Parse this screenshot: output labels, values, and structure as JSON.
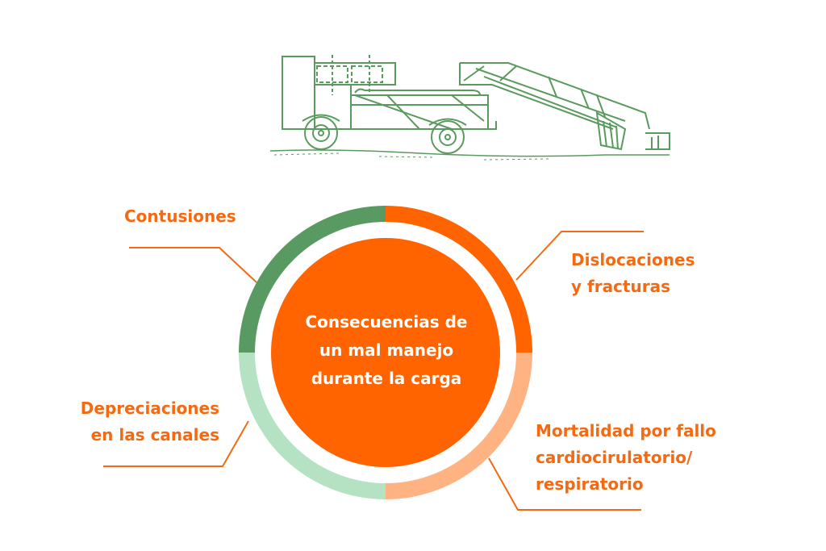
{
  "diagram": {
    "center": {
      "lines": [
        "Consecuencias de",
        "un mal manejo",
        "durante la carga"
      ]
    },
    "consequences": [
      {
        "lines": [
          "Contusiones"
        ]
      },
      {
        "lines": [
          "Dislocaciones",
          "y fracturas"
        ]
      },
      {
        "lines": [
          "Mortalidad por fallo",
          "cardiocirulatorio/",
          "respiratorio"
        ]
      },
      {
        "lines": [
          "Depreciaciones",
          "en las canales"
        ]
      }
    ]
  },
  "colors": {
    "label_orange": "#f46a12",
    "center_fill": "#ff6400",
    "ring_dark_green": "#589a62",
    "ring_orange": "#ff6400",
    "ring_light_orange": "#ffb383",
    "ring_light_green": "#b5e2c3",
    "leader_line": "#f46a12",
    "machine_line": "#5a9a5e"
  },
  "icons": {
    "illustration": "loading-machine-illustration"
  }
}
